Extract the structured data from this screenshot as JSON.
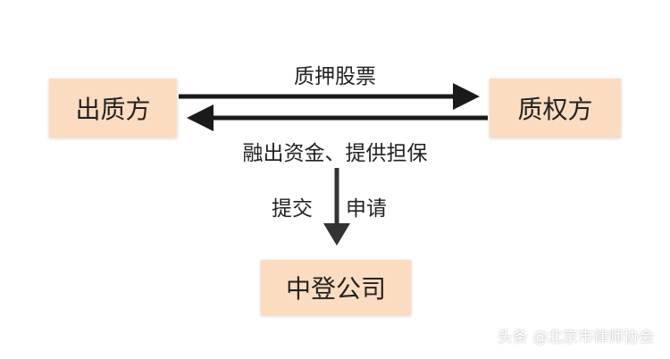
{
  "colors": {
    "box_fill": "#fcdcc0",
    "arrow": "#1a1a1a",
    "vertical_arrow": "#333333"
  },
  "nodes": {
    "pledgor": "出质方",
    "pledgee": "质权方",
    "csdc": "中登公司"
  },
  "edges": {
    "pledge_stock": "质押股票",
    "funds_guarantee": "融出资金、提供担保",
    "submit": "提交",
    "apply": "申请"
  },
  "watermark": "头条 @北京市律师协会"
}
